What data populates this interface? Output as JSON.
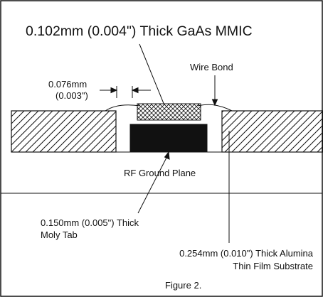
{
  "title": "0.102mm (0.004\") Thick GaAs MMIC",
  "labels": {
    "gap_line1": "0.076mm",
    "gap_line2": "(0.003\")",
    "wire_bond": "Wire Bond",
    "ground_plane": "RF Ground Plane",
    "moly_line1": "0.150mm (0.005\") Thick",
    "moly_line2": "Moly Tab",
    "substrate_line1": "0.254mm (0.010\") Thick Alumina",
    "substrate_line2": "Thin Film Substrate"
  },
  "caption": "Figure 2."
}
